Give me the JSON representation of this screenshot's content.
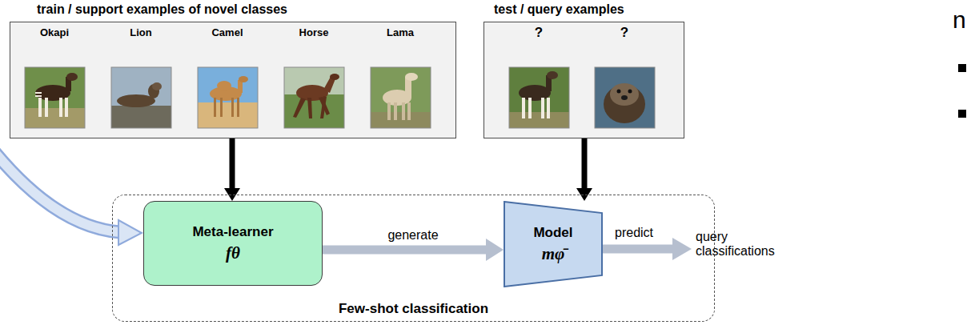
{
  "diagram": {
    "nodes": [
      {
        "text": [
          "train / support examples of novel classes"
        ]
      },
      {
        "text": [
          "test / query examples"
        ]
      },
      {
        "text": [
          "Few-shot classification"
        ]
      },
      {
        "text": [
          "Meta-learner",
          "fθ"
        ],
        "in": 2
      },
      {
        "text": [
          "Model",
          "mφ̄"
        ],
        "in": 2
      }
    ],
    "edges": [
      {
        "from": 0,
        "to": 3,
        "arrow": "to"
      },
      {
        "from": 1,
        "to": 4,
        "arrow": "to"
      },
      {
        "from": 3,
        "to": 4,
        "label": "generate",
        "arrow": "to"
      }
    ],
    "labels": [
      "Okapi",
      "Lion",
      "Camel",
      "Horse",
      "Lama",
      "?",
      "?",
      "predict",
      "query classifications",
      "n"
    ]
  }
}
